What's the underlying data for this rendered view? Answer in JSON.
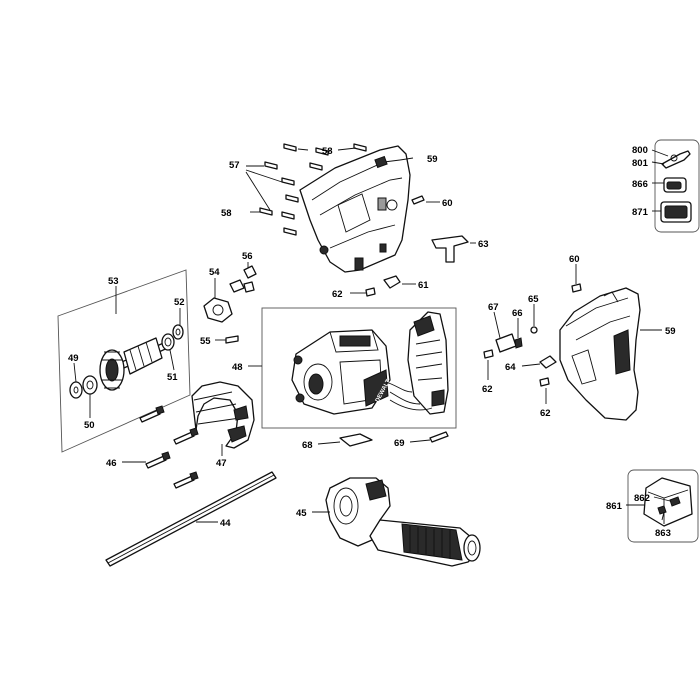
{
  "labels": {
    "l800": "800",
    "l801": "801",
    "l866": "866",
    "l871": "871",
    "l861": "861",
    "l862": "862",
    "l863": "863",
    "l57": "57",
    "l58a": "58",
    "l58b": "58",
    "l59a": "59",
    "l59b": "59",
    "l60a": "60",
    "l60b": "60",
    "l61": "61",
    "l62a": "62",
    "l62b": "62",
    "l62c": "62",
    "l63": "63",
    "l64": "64",
    "l65": "65",
    "l66": "66",
    "l67": "67",
    "l56": "56",
    "l54": "54",
    "l55": "55",
    "l53": "53",
    "l52": "52",
    "l49": "49",
    "l50": "50",
    "l51": "51",
    "l48": "48",
    "l47": "47",
    "l46": "46",
    "l45": "45",
    "l44": "44",
    "l68": "68",
    "l69": "69"
  },
  "logo_text": "DEWALT",
  "colors": {
    "line": "#111111",
    "dark_fill": "#2a2a2a",
    "box_line": "#555555"
  }
}
